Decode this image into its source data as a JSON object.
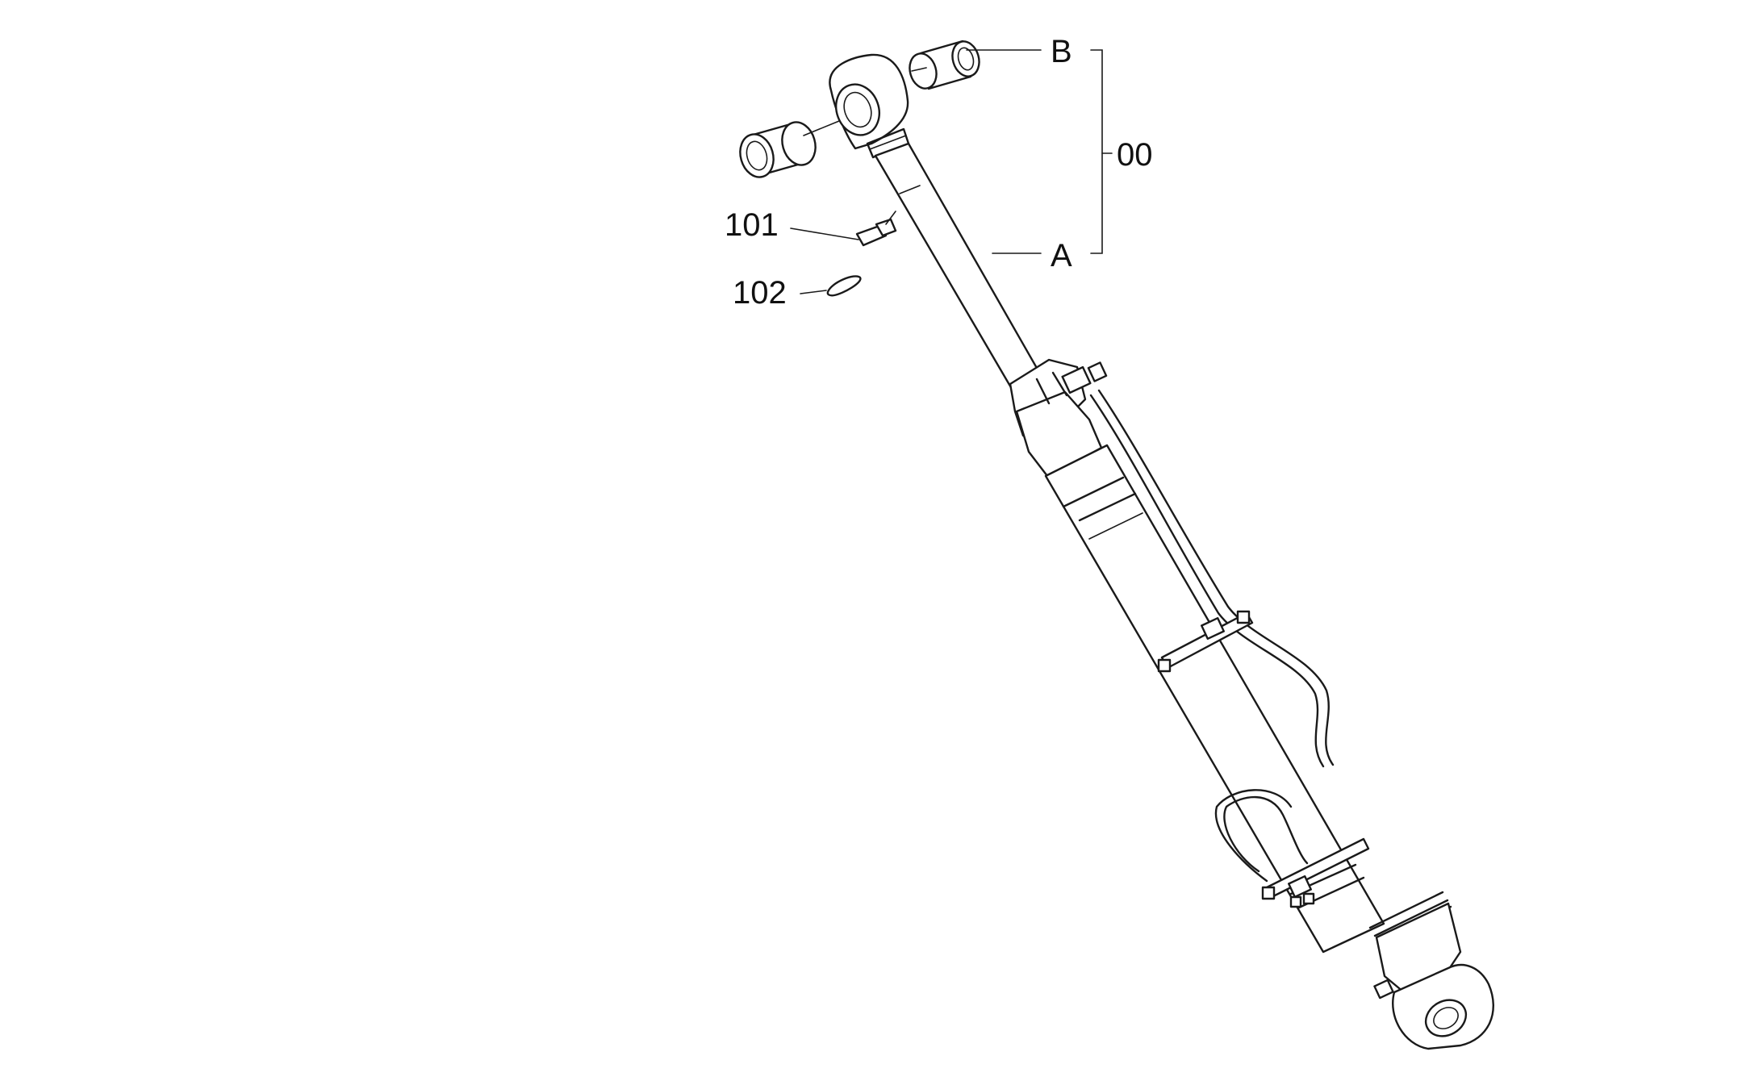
{
  "diagram": {
    "labels": {
      "B": "B",
      "A": "A",
      "assembly": "00",
      "part101": "101",
      "part102": "102"
    },
    "colors": {
      "line": "#1a1a1a",
      "background": "#ffffff"
    }
  }
}
